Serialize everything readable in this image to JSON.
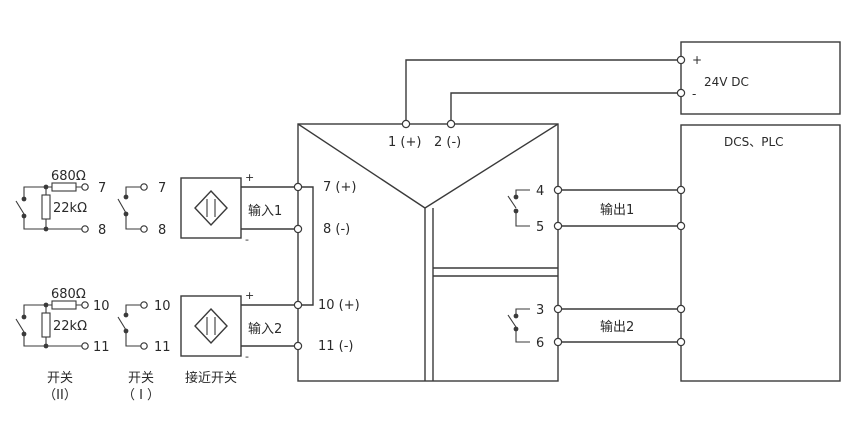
{
  "supply": {
    "plus": "+",
    "minus": "-",
    "label": "24V DC"
  },
  "dcs": {
    "label": "DCS、PLC"
  },
  "isolator": {
    "power_plus": "1 (+)",
    "power_minus": "2 (-)",
    "in_t7": "7 (+)",
    "in_t8": "8 (-)",
    "in_t10": "10 (+)",
    "in_t11": "11 (-)",
    "out_t4": "4",
    "out_t5": "5",
    "out_t3": "3",
    "out_t6": "6"
  },
  "inputs": {
    "in1_label": "输入1",
    "in2_label": "输入2",
    "sensor_plus": "+",
    "sensor_minus": "-",
    "r1": "680Ω",
    "r2": "22kΩ",
    "t7": "7",
    "t8": "8",
    "t10": "10",
    "t11": "11",
    "cap_switch2_line1": "开关",
    "cap_switch2_line2": "（II）",
    "cap_switch1_line1": "开关",
    "cap_switch1_line2": "（ I ）",
    "cap_prox": "接近开关"
  },
  "outputs": {
    "out1_label": "输出1",
    "out2_label": "输出2"
  }
}
